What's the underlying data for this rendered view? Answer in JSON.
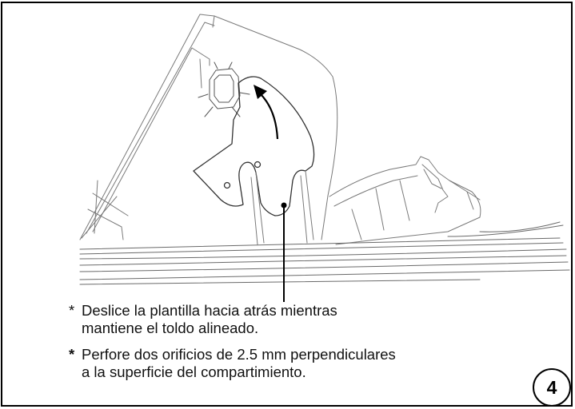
{
  "notes": [
    {
      "marker": "*",
      "line1": "Deslice la plantilla hacia atrás mientras",
      "line2": "mantiene el toldo alineado."
    },
    {
      "marker": "*",
      "line1": "Perfore dos orificios de 2.5 mm perpendiculares",
      "line2": "a la superficie del compartimiento."
    }
  ],
  "step_number": "4"
}
